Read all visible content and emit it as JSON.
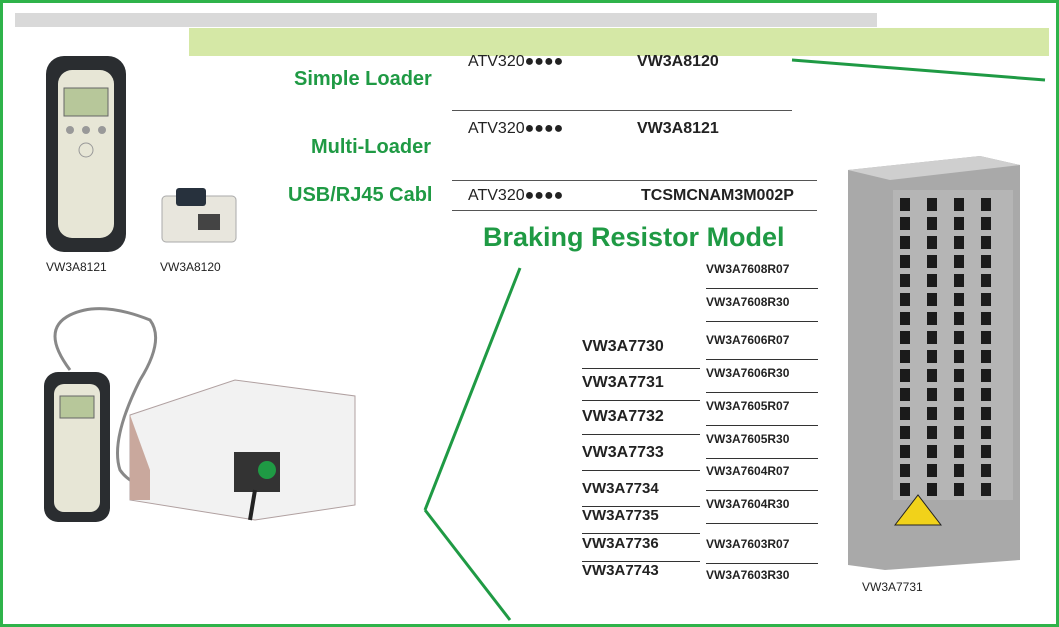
{
  "loaders": [
    {
      "label": "Simple Loader",
      "drive": "ATV320●●●●",
      "code": "VW3A8120"
    },
    {
      "label": "Multi-Loader",
      "drive": "ATV320●●●●",
      "code": "VW3A8121"
    },
    {
      "label": "USB/RJ45 Cabl",
      "drive": "ATV320●●●●",
      "code": "TCSMCNAM3M002P"
    }
  ],
  "device_captions": {
    "multi_loader": "VW3A8121",
    "simple_loader": "VW3A8120"
  },
  "braking": {
    "title": "Braking Resistor Model",
    "models_left": [
      "VW3A7730",
      "VW3A7731",
      "VW3A7732",
      "VW3A7733",
      "VW3A7734",
      "VW3A7735",
      "VW3A7736",
      "VW3A7743"
    ],
    "models_right": [
      "VW3A7608R07",
      "VW3A7608R30",
      "VW3A7606R07",
      "VW3A7606R30",
      "VW3A7605R07",
      "VW3A7605R30",
      "VW3A7604R07",
      "VW3A7604R30",
      "VW3A7603R07",
      "VW3A7603R30"
    ],
    "resistor_caption": "VW3A7731"
  },
  "colors": {
    "accent_green": "#2fb34a",
    "label_green": "#1f9a44",
    "band_green": "#d5e8a6"
  }
}
